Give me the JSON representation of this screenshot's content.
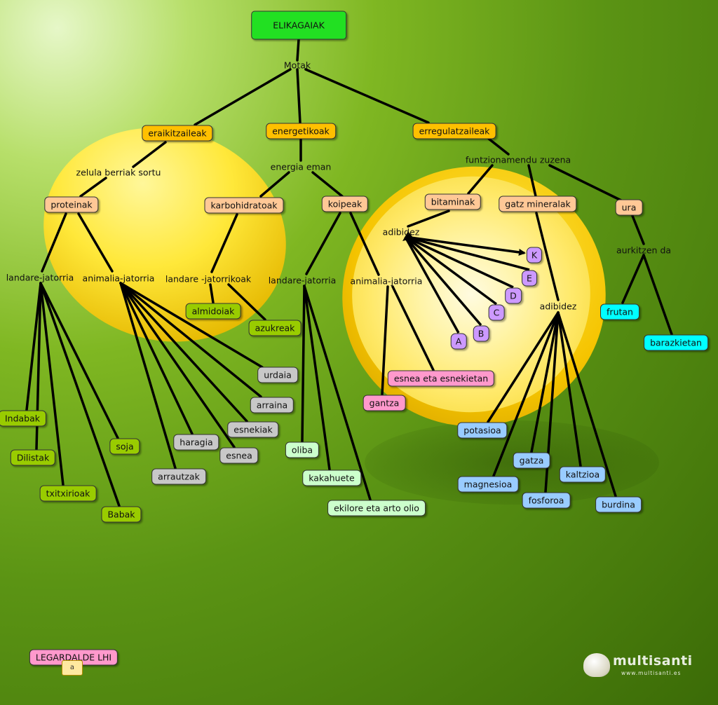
{
  "diagram": {
    "root": "ELIKAGAIAK",
    "link_labels": {
      "motak": "Motak",
      "zelula": "zelula berriak sortu",
      "energia": "energia eman",
      "funtzionamendu": "funtzionamendu zuzena",
      "landare_jatorria_1": "landare-jatorria",
      "animalia_jatorria_1": "animalia-jatorria",
      "landare_jatorrikoak": "landare -jatorrikoak",
      "landare_jatorria_2": "landare-jatorria",
      "animalia_jatorria_2": "animalia-jatorria",
      "adibidez_1": "adibidez",
      "adibidez_2": "adibidez",
      "aurkitzen": "aurkitzen da"
    },
    "types": {
      "eraikitzaileak": "eraikitzaileak",
      "energetikoak": "energetikoak",
      "erregulatzaileak": "erregulatzaileak"
    },
    "nutrients": {
      "proteinak": "proteinak",
      "karbohidratoak": "karbohidratoak",
      "koipeak": "koipeak",
      "bitaminak": "bitaminak",
      "gatz_mineralak": "gatz mineralak",
      "ura": "ura"
    },
    "plant_protein": {
      "indabak": "Indabak",
      "dilistak": "Dilistak",
      "txitxirioak": "txitxirioak",
      "babak": "Babak",
      "soja": "soja"
    },
    "animal_protein": {
      "arrautzak": "arrautzak",
      "haragia": "haragia",
      "esnea": "esnea",
      "esnekiak": "esnekiak",
      "arraina": "arraina",
      "urdaia": "urdaia"
    },
    "carbs": {
      "almidoiak": "almidoiak",
      "azukreak": "azukreak"
    },
    "plant_fats": {
      "oliba": "oliba",
      "kakahuete": "kakahuete",
      "ekilore": "ekilore eta arto olio"
    },
    "animal_fats": {
      "gantza": "gantza",
      "esnea_esnekietan": "esnea eta esnekietan"
    },
    "vitamins": {
      "a": "A",
      "b": "B",
      "c": "C",
      "d": "D",
      "e": "E",
      "k": "K"
    },
    "minerals": {
      "potasioa": "potasioa",
      "magnesioa": "magnesioa",
      "gatza": "gatza",
      "fosforoa": "fosforoa",
      "kaltzioa": "kaltzioa",
      "burdina": "burdina"
    },
    "water": {
      "frutan": "frutan",
      "barazkietan": "barazkietan"
    }
  },
  "legend": {
    "label": "LEGARDALDE LHI",
    "note_icon": "a"
  },
  "brand": {
    "name": "multisanti",
    "url": "www.multisanti.es"
  },
  "colors": {
    "root": "#22e022",
    "types": "#ffc000",
    "nutrients": "#ffc896",
    "carbs": "#99cc00",
    "animal": "#c8c8c8",
    "plant_fats": "#ccffcc",
    "animal_fats": "#ff99cc",
    "vitamins": "#cc99ff",
    "minerals": "#99ccff",
    "water": "#00ffff"
  }
}
